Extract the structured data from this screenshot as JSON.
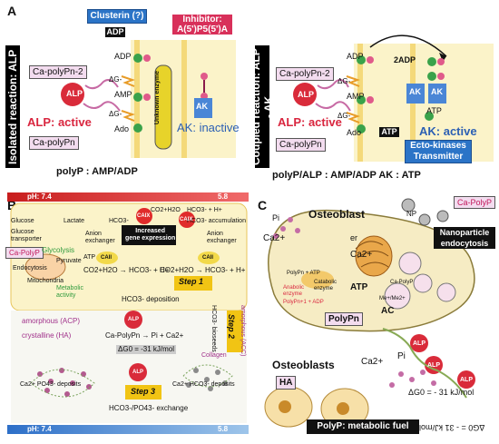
{
  "panels": {
    "a": {
      "letter": "A",
      "left": {
        "side_label": "Isolated reaction: ALP",
        "clusterin": "Clusterin (?)",
        "inhibitor": "Inhibitor:\nA(5')P5(5')A",
        "adp_box": "ADP",
        "adp": "ADP",
        "amp": "AMP",
        "ado": "Ado",
        "dg1": "ΔG-",
        "dg2": "ΔG-",
        "polyp_n2": "Ca-polyPn-2",
        "polyp_n": "Ca-polyPn",
        "alp_circle": "ALP",
        "alp_active": "ALP: active",
        "unknown_enzyme": "Unknown enzyme",
        "ak_circle": "AK",
        "ak_inactive": "AK: inactive",
        "caption": "polyP : AMP/ADP"
      },
      "right": {
        "side_label": "Coupled reaction: ALP - AK",
        "two_adp": "2ADP",
        "adp": "ADP",
        "amp": "AMP",
        "ado": "Ado",
        "atp": "ATP",
        "atp_box": "ATP",
        "dg1": "ΔG-",
        "dg2": "ΔG-",
        "polyp_n2": "Ca-polyPn-2",
        "polyp_n": "Ca-polyPn",
        "alp_circle": "ALP",
        "alp_active": "ALP: active",
        "ak_circle1": "AK",
        "ak_circle2": "AK",
        "ak_active": "AK: active",
        "ecto": "Ecto-kinases\nTransmitter",
        "caption": "polyP/ALP : AMP/ADP    AK : ATP"
      }
    },
    "b": {
      "letter": "B",
      "ph_top": "pH: 7.4",
      "ph_top_right": "5.8",
      "ph_bottom": "pH: 7.4",
      "ph_bottom_right": "5.8",
      "glucose": "Glucose",
      "glucose_transporter": "Glucose\ntransporter",
      "lactate": "Lactate",
      "hco3": "HCO3-",
      "co2_h2o": "CO2+H2O",
      "hco3_h": "HCO3- + H+",
      "hco3_accum": "HCO3- accumulation",
      "ca_polyp": "Ca-PolyP",
      "endocytosis": "Endocytosis",
      "glycolysis": "Glycolysis",
      "pyruvate": "Pyruvate",
      "atp": "ATP",
      "mitochondria": "Mitochondria",
      "metabolic": "Metabolic\nactivity",
      "anion_ex1": "Anion\nexchanger",
      "anion_ex2": "Anion\nexchanger",
      "caix1": "CAIX",
      "caix2": "CAIX",
      "caii1": "CAII",
      "caii2": "CAII",
      "increased": "Increased\ngene expression",
      "reaction1": "CO2+H2O → HCO3- + H+",
      "reaction2": "CO2+H2O → HCO3- + H+",
      "step1": "Step 1",
      "hco3_dep": "HCO3- deposition",
      "step2": "Step 2",
      "hco3_bio": "HCO3- bioseeds",
      "amorph_acc": "amorphous (ACC)",
      "amorphous": "amorphous (ACP)",
      "crystalline": "crystalline (HA)",
      "alp1": "ALP",
      "alp2": "ALP",
      "reaction3": "Ca-PolyPn → Pi + Ca2+",
      "dg": "ΔG0 = -31 kJ/mol",
      "collagen": "Collagen",
      "capo4": "Ca2+ PO43- deposits",
      "caco3": "Ca2+ HCO3- deposits",
      "step3": "Step 3",
      "exchange": "HCO3-/PO43- exchange"
    },
    "c": {
      "letter": "C",
      "osteoblast": "Osteoblast",
      "ca_polyp": "Ca-PolyP",
      "np": "NP",
      "nano": "Nanoparticle\nendocytosis",
      "pi": "Pi",
      "ca2": "Ca2+",
      "er": "er",
      "ca2_er": "Ca2+",
      "polyp_atp": "PolyPn + ATP",
      "catabolic": "Catabolic\nenzyme",
      "anabolic": "Anabolic\nenzyme",
      "polyp_adp": "PolyPn+1 + ADP",
      "atp": "ATP",
      "ca_polyp_inner": "Ca-PolyP",
      "me": "Me+/Me2+",
      "ac": "AC",
      "polypn": "PolyPn",
      "alp1": "ALP",
      "alp2": "ALP",
      "alp3": "ALP",
      "pi2": "Pi",
      "osteoblasts": "Osteoblasts",
      "ha": "HA",
      "ca2_b": "Ca2+",
      "dg": "ΔG0 = - 31 kJ/mol",
      "dg_mirror": "ΔG0 = - 31 kJ/mol",
      "fuel": "PolyP: metabolic fuel"
    }
  }
}
